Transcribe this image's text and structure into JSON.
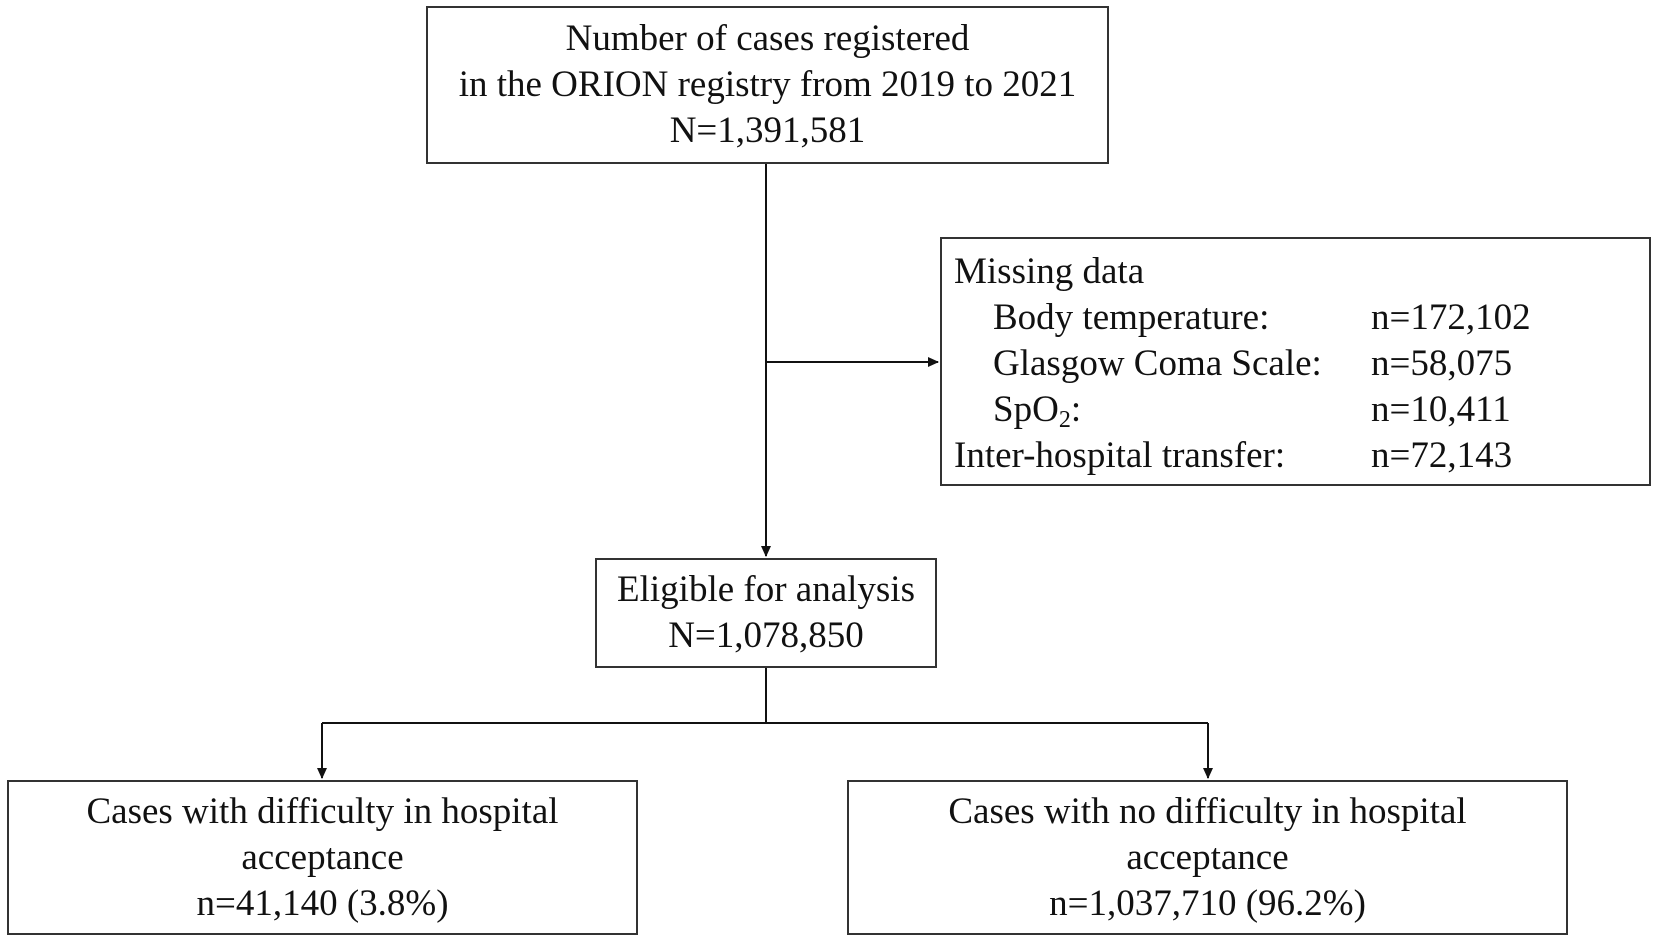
{
  "registered_box": {
    "line1": "Number of cases registered",
    "line2": "in the ORION registry from 2019 to 2021",
    "line3": "N=1,391,581"
  },
  "missing_box": {
    "heading": "Missing data",
    "rows": [
      {
        "label": "Body temperature:",
        "value": "n=172,102"
      },
      {
        "label": "Glasgow Coma Scale:",
        "value": "n=58,075"
      },
      {
        "label_main": "SpO",
        "label_sub": "2",
        "label_end": ":",
        "value": "n=10,411"
      },
      {
        "label": "Inter-hospital transfer:",
        "value": "n=72,143"
      }
    ]
  },
  "eligible_box": {
    "line1": "Eligible for analysis",
    "line2": "N=1,078,850"
  },
  "difficulty_box": {
    "line1": "Cases with difficulty in hospital",
    "line2": "acceptance",
    "line3": "n=41,140 (3.8%)"
  },
  "no_difficulty_box": {
    "line1": "Cases with no difficulty in hospital",
    "line2": "acceptance",
    "line3": "n=1,037,710 (96.2%)"
  },
  "colors": {
    "stroke": "#333333",
    "text": "#111111",
    "background": "#ffffff"
  }
}
